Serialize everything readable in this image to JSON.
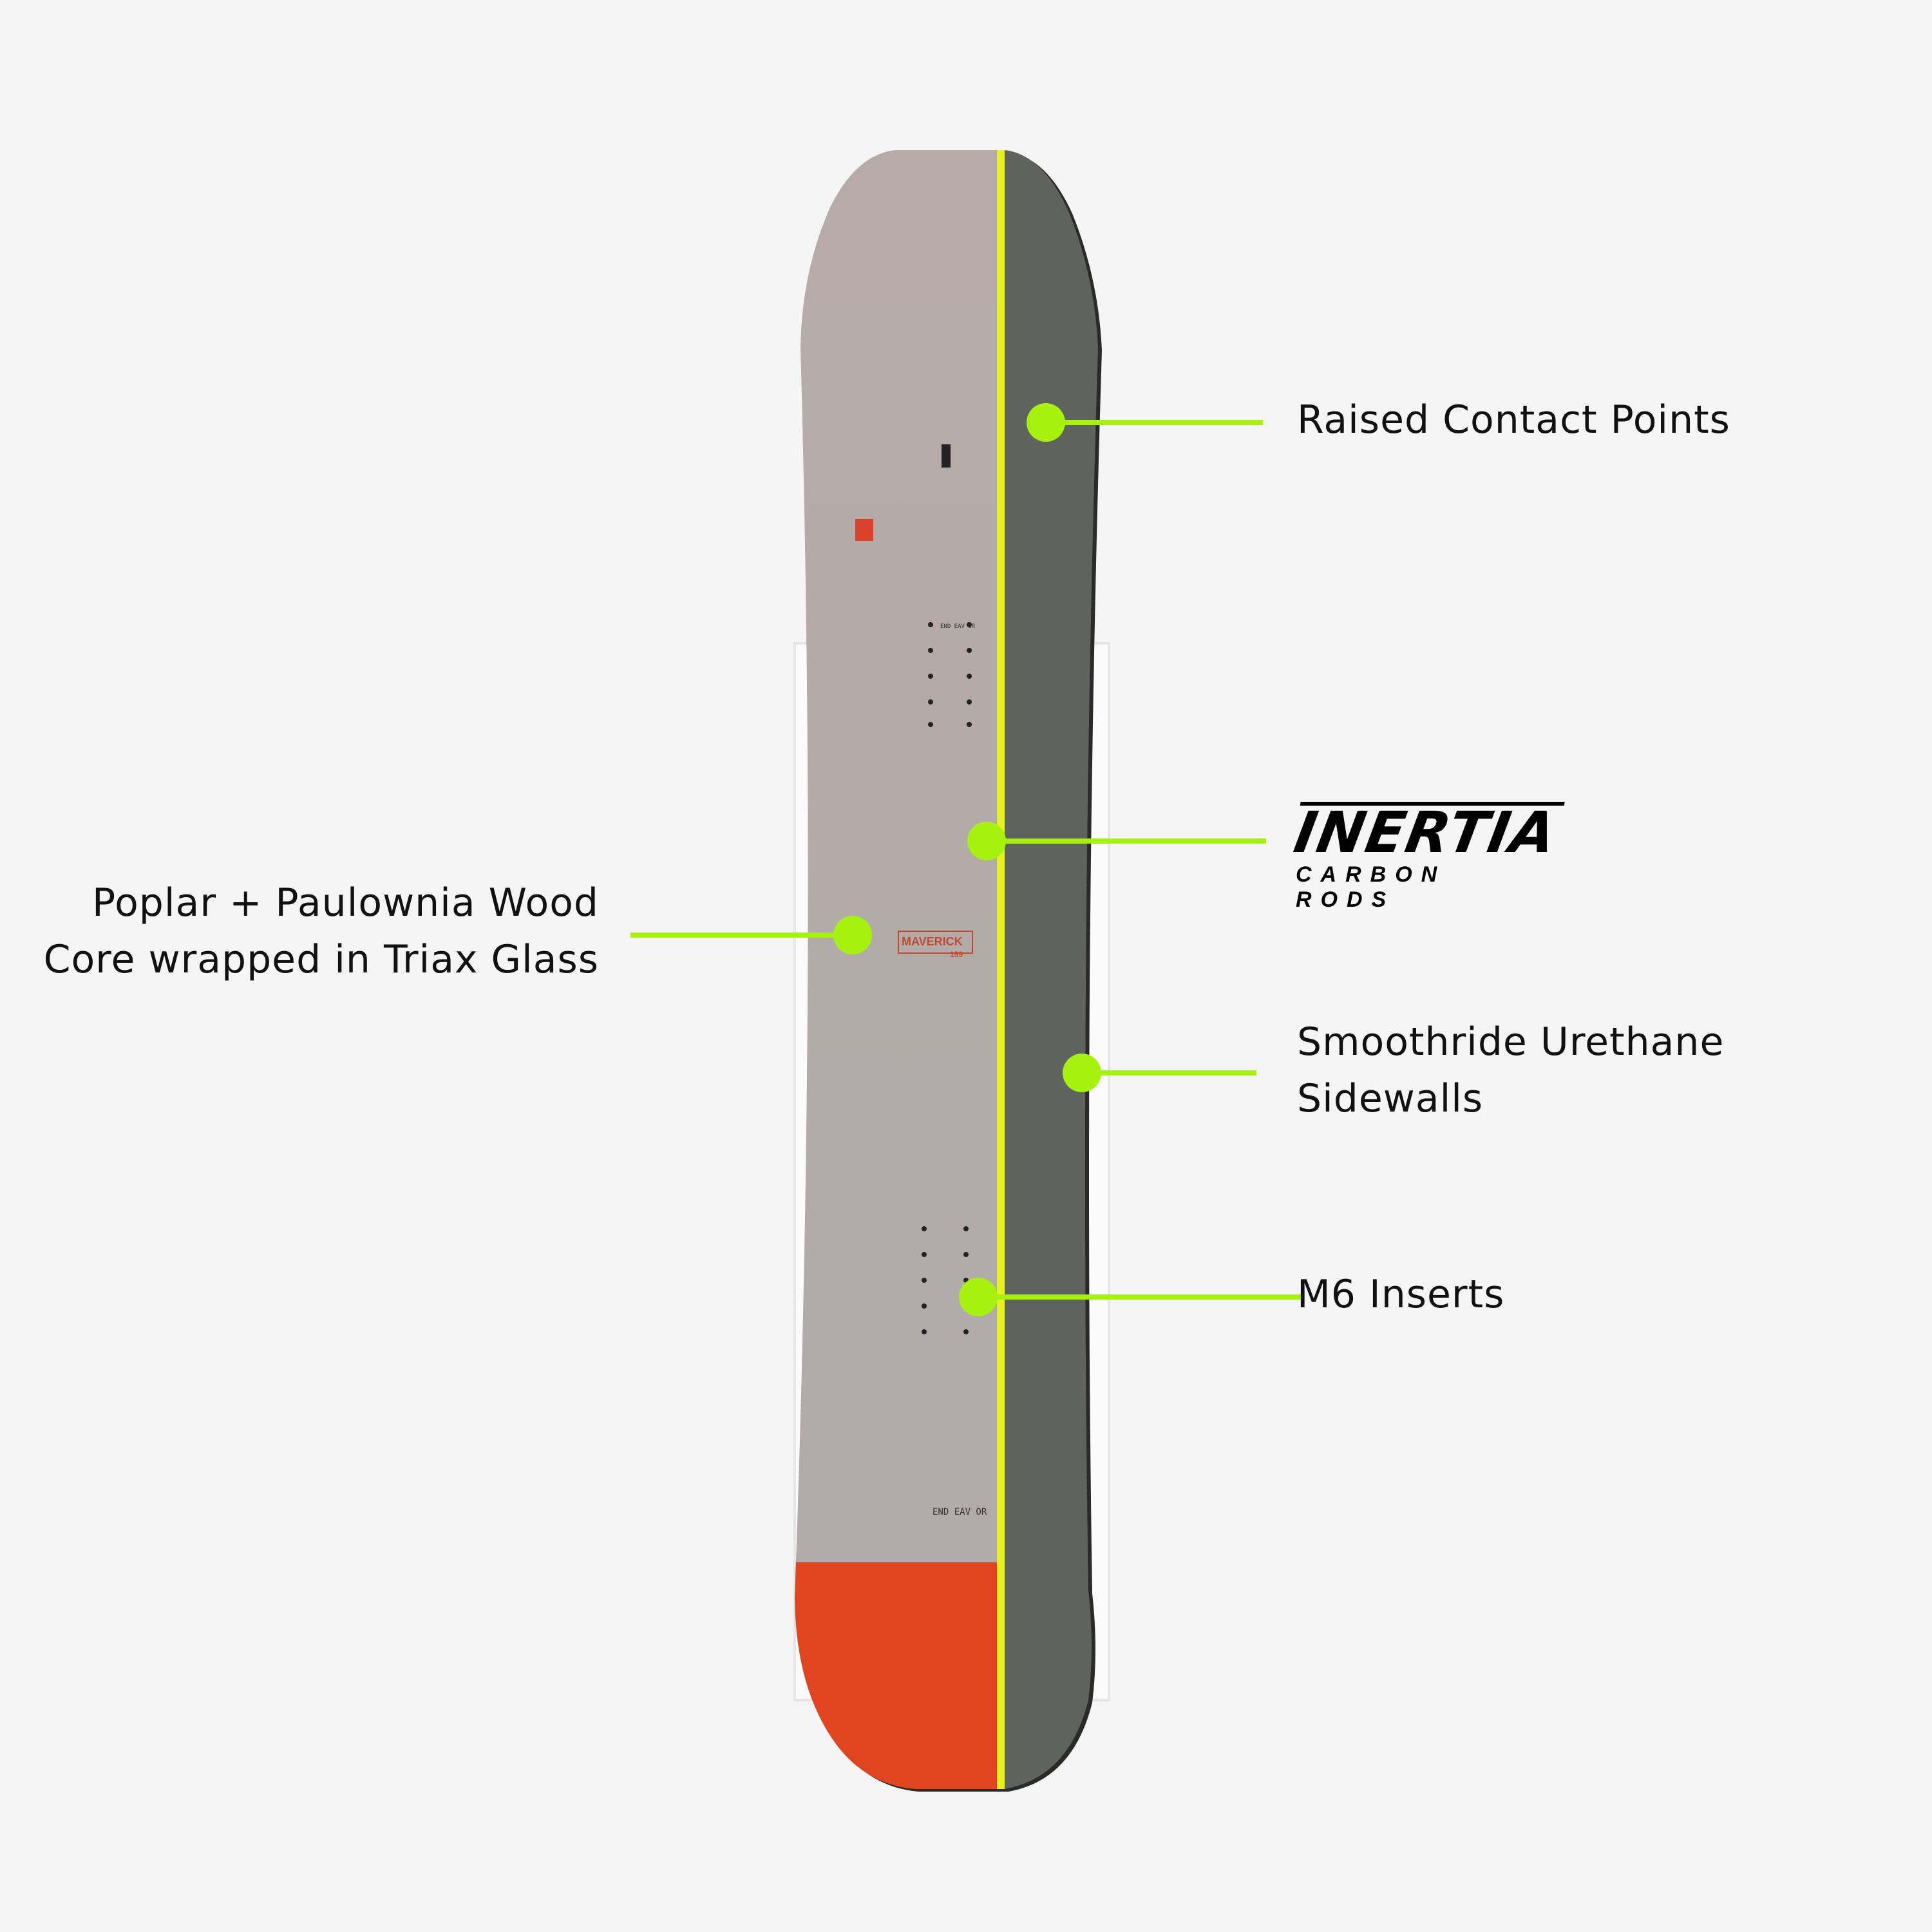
{
  "callouts": {
    "raised_contact_points": "Raised Contact Points",
    "core_line1": "Poplar + Paulownia Wood",
    "core_line2": "Core wrapped in Triax Glass",
    "inertia_logo": "INERTIA",
    "inertia_sub": "CARBON RODS",
    "sidewalls_line1": "Smoothride Urethane",
    "sidewalls_line2": "Sidewalls",
    "inserts": "M6 Inserts"
  },
  "board": {
    "model": "MAVERICK",
    "size": "159",
    "brand_top": "END EAV OR",
    "brand_bottom": "END EAV OR"
  },
  "colors": {
    "accent": "#a6f20f",
    "topsheet": "#b3aaa8",
    "dark_panel": "#5f625d",
    "stripe": "#e6f020",
    "tail": "#e2441e"
  }
}
